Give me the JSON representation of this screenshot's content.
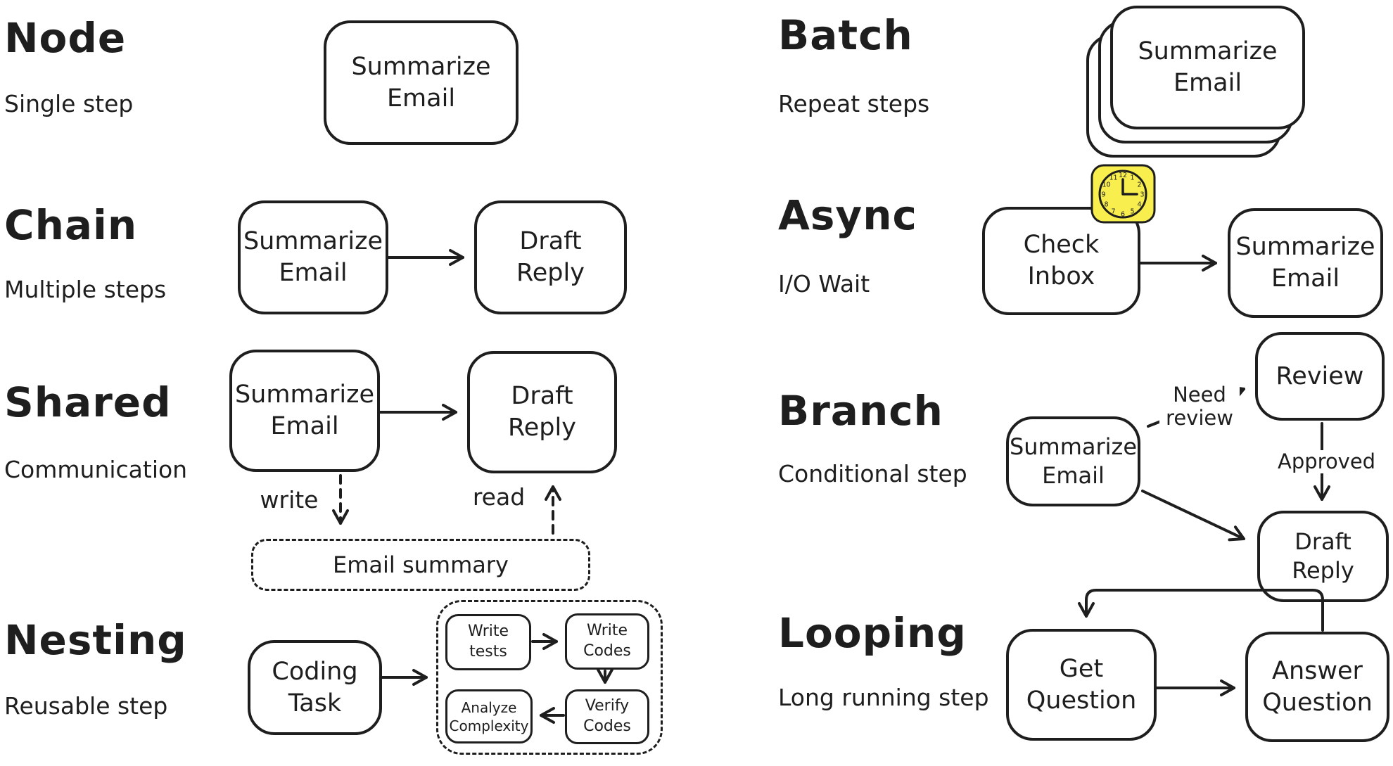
{
  "canvas": {
    "background": "#ffffff",
    "stroke_color": "#1e1e1e",
    "clock_fill": "#f8ef4e"
  },
  "sections": [
    {
      "id": "node",
      "title": "Node",
      "subtitle": "Single step",
      "nodes": [
        {
          "label": "Summarize\nEmail"
        }
      ]
    },
    {
      "id": "chain",
      "title": "Chain",
      "subtitle": "Multiple steps",
      "nodes": [
        {
          "label": "Summarize\nEmail"
        },
        {
          "label": "Draft\nReply"
        }
      ]
    },
    {
      "id": "shared",
      "title": "Shared",
      "subtitle": "Communication",
      "nodes": [
        {
          "label": "Summarize\nEmail"
        },
        {
          "label": "Draft\nReply"
        },
        {
          "label": "Email summary"
        }
      ],
      "labels": {
        "write": "write",
        "read": "read"
      }
    },
    {
      "id": "nesting",
      "title": "Nesting",
      "subtitle": "Reusable step",
      "nodes": [
        {
          "label": "Coding\nTask"
        },
        {
          "label": "Write\ntests"
        },
        {
          "label": "Write\nCodes"
        },
        {
          "label": "Verify\nCodes"
        },
        {
          "label": "Analyze\nComplexity"
        }
      ]
    },
    {
      "id": "batch",
      "title": "Batch",
      "subtitle": "Repeat steps",
      "nodes": [
        {
          "label": "Summarize\nEmail"
        }
      ]
    },
    {
      "id": "async",
      "title": "Async",
      "subtitle": "I/O Wait",
      "nodes": [
        {
          "label": "Check\nInbox"
        },
        {
          "label": "Summarize\nEmail"
        }
      ],
      "icon": "clock-icon"
    },
    {
      "id": "branch",
      "title": "Branch",
      "subtitle": "Conditional step",
      "nodes": [
        {
          "label": "Summarize\nEmail"
        },
        {
          "label": "Review"
        },
        {
          "label": "Draft\nReply"
        }
      ],
      "labels": {
        "need_review": "Need\nreview",
        "approved": "Approved"
      }
    },
    {
      "id": "looping",
      "title": "Looping",
      "subtitle": "Long running step",
      "nodes": [
        {
          "label": "Get\nQuestion"
        },
        {
          "label": "Answer\nQuestion"
        }
      ]
    }
  ],
  "clock": {
    "numerals": [
      "12",
      "1",
      "2",
      "3",
      "4",
      "5",
      "6",
      "7",
      "8",
      "9",
      "10",
      "11"
    ],
    "time_shown": "3:00"
  }
}
